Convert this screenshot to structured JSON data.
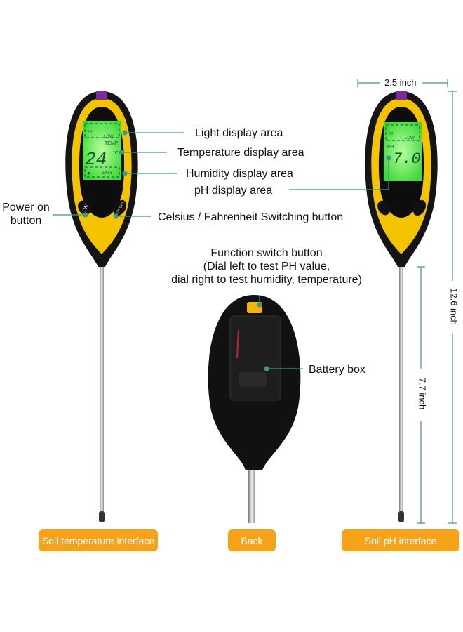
{
  "labels": {
    "light": "Light display area",
    "temperature": "Temperature display area",
    "humidity": "Humidity display area",
    "ph": "pH display area",
    "power_line1": "Power on",
    "power_line2": "button",
    "celsius": "Celsius / Fahrenheit Switching button",
    "function_line1": "Function switch button",
    "function_line2": "(Dial left to test PH value,",
    "function_line3": "dial right to test humidity, temperature)",
    "battery": "Battery box"
  },
  "display_left": {
    "low": "LOW",
    "temp": "TEMP",
    "value": "24",
    "unit": "°C",
    "dry": "DRY"
  },
  "display_right": {
    "low": "LOW",
    "ph": "PH",
    "value": "7.0"
  },
  "device_buttons": {
    "on": "ON",
    "set": "C/F SET"
  },
  "dimensions": {
    "width": "2.5 inch",
    "height": "12.6 inch",
    "probe": "7.7 inch"
  },
  "buttons": {
    "left": "Soil temperature interface",
    "back": "Back",
    "right": "Soil pH interface"
  },
  "colors": {
    "accent": "#f6a31a",
    "yellow": "#f5c400",
    "lcd": "#6dff5a",
    "leader": "#3c9a8c"
  }
}
